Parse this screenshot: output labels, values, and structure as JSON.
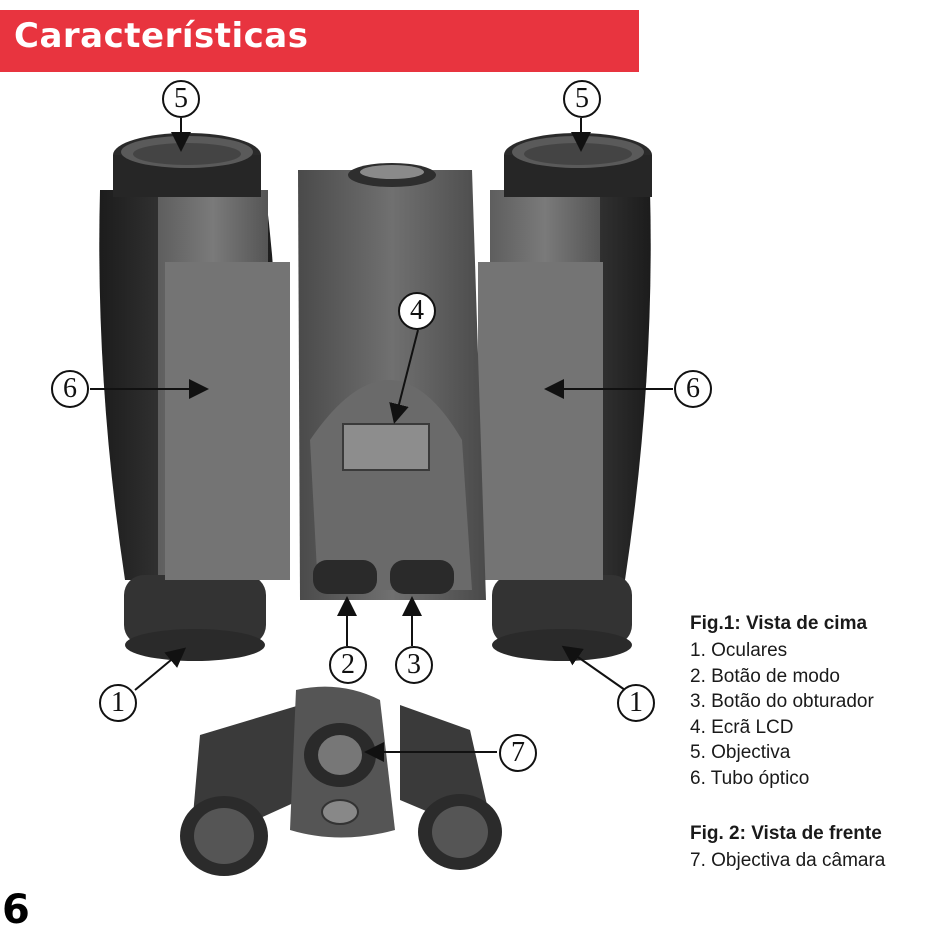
{
  "header": {
    "title": "Características"
  },
  "callouts": [
    "1",
    "2",
    "3",
    "4",
    "5",
    "6",
    "7"
  ],
  "legend": {
    "fig1": {
      "title": "Fig.1: Vista de cima",
      "items": [
        "1. Oculares",
        "2. Botão de modo",
        "3. Botão do obturador",
        "4. Ecrã LCD",
        "5. Objectiva",
        "6. Tubo óptico"
      ]
    },
    "fig2": {
      "title": "Fig. 2: Vista de frente",
      "items": [
        "7. Objectiva da câmara"
      ]
    }
  },
  "page_number": "6",
  "colors": {
    "header_band": "#e8343f",
    "body_dark": "#2b2b2b",
    "body_mid": "#6b6b6b"
  }
}
